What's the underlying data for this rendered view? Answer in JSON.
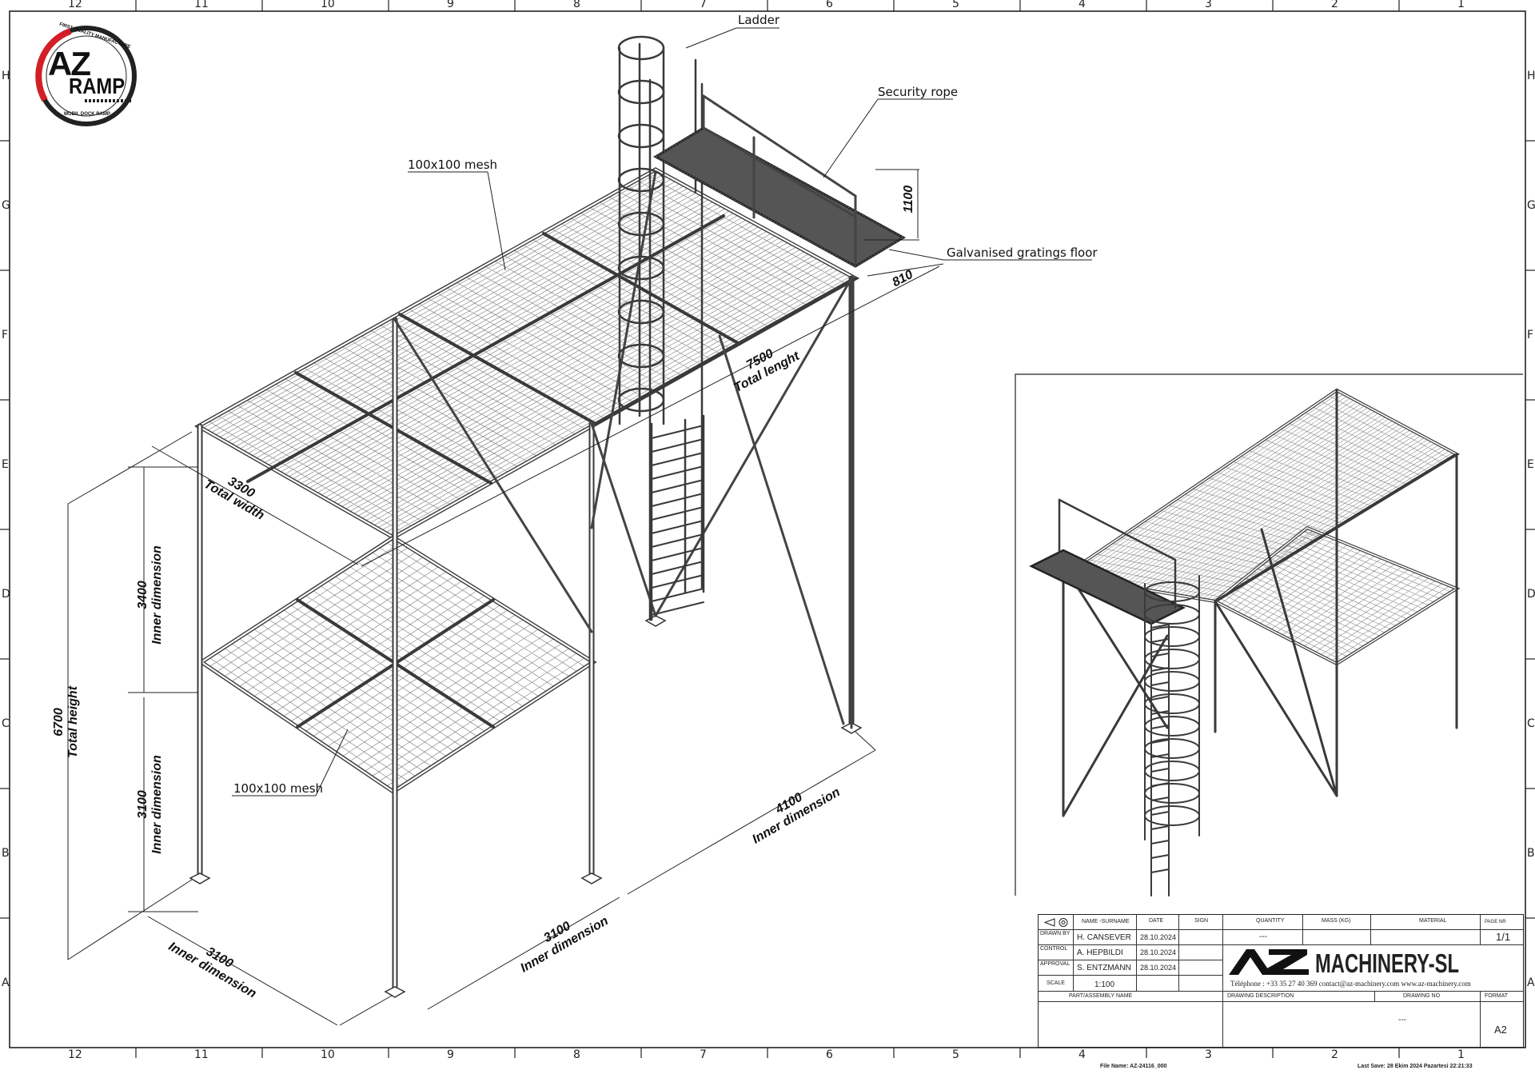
{
  "zones": {
    "columns": [
      "12",
      "11",
      "10",
      "9",
      "8",
      "7",
      "6",
      "5",
      "4",
      "3",
      "2",
      "1"
    ],
    "rows": [
      "H",
      "G",
      "F",
      "E",
      "D",
      "C",
      "B",
      "A"
    ]
  },
  "logo": {
    "main": "AZ",
    "sub": "RAMP",
    "ring_top": "FIRST QUALITY MANUFACTURE",
    "ring_bottom": "MOBIL DOCK RAMP"
  },
  "callouts": {
    "ladder": "Ladder",
    "security_rope": "Security rope",
    "mesh_top": "100x100 mesh",
    "mesh_bottom": "100x100 mesh",
    "gratings": "Galvanised gratings floor"
  },
  "dimensions": {
    "rail_height": "1100",
    "platform_width": "810",
    "total_length_value": "7500",
    "total_length_label": "Total lenght",
    "total_width_value": "3300",
    "total_width_label": "Total width",
    "upper_inner_value": "3400",
    "upper_inner_label": "Inner dimension",
    "total_height_value": "6700",
    "total_height_label": "Total height",
    "lower_inner_value": "3100",
    "lower_inner_label": "Inner dimension",
    "front_depth_value": "3100",
    "front_depth_label": "Inner dimension",
    "front_width_value": "3100",
    "front_width_label": "Inner dimension",
    "bay_length_value": "4100",
    "bay_length_label": "Inner dimension"
  },
  "title_block": {
    "headers": {
      "name": "NAME -SURNAME",
      "date": "DATE",
      "sign": "SIGN",
      "quantity": "QUANTITY",
      "mass": "MASS (KG)",
      "material": "MATERIAL",
      "page": "PAGE NR",
      "part_name": "PART/ASSEMBLY NAME",
      "drawing_description": "DRAWING DESCRIPTION",
      "drawing_no": "DRAWING NO",
      "format": "FORMAT"
    },
    "rows": [
      {
        "role": "DRAWN BY",
        "name": "H. CANSEVER",
        "date": "28.10.2024"
      },
      {
        "role": "CONTROL",
        "name": "A. HEPBILDI",
        "date": "28.10.2024"
      },
      {
        "role": "APPROVAL",
        "name": "S. ENTZMANN",
        "date": "28.10.2024"
      }
    ],
    "scale_label": "SCALE",
    "scale_value": "1:100",
    "quantity_value": "---",
    "page_value": "1/1",
    "company_mark": "AZ",
    "company_name": "MACHINERY-SL",
    "contact": "Téléphone : +33 35 27 40 369   contact@az-machinery.com  www.az-machinery.com",
    "drawing_no_value": "---",
    "format_value": "A2"
  },
  "footer": {
    "file_name": "File Name: AZ-24116_000",
    "last_save": "Last Save: 28 Ekim 2024 Pazartesi 22:21:33"
  }
}
